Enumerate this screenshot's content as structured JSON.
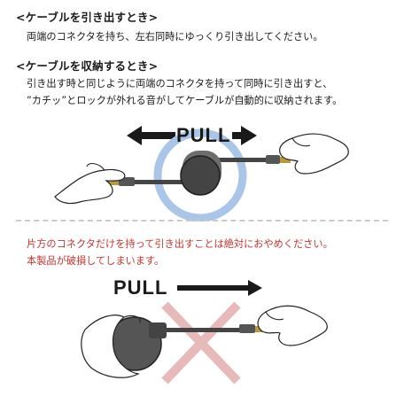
{
  "section_pull_out": {
    "heading": "<ケーブルを引き出すとき>",
    "text": "両端のコネクタを持ち、左右同時にゆっくり引き出してください。"
  },
  "section_retract": {
    "heading": "<ケーブルを収納するとき>",
    "line1": "引き出す時と同じように両端のコネクタを持って同時に引き出すと、",
    "line2": "”カチッ”とロックが外れる音がしてケーブルが自動的に収納されます。"
  },
  "warning": {
    "line1": "片方のコネクタだけを持って引き出すことは絶対におやめください。",
    "line2": "本製品が破損してしまいます。",
    "color": "#c8342b"
  },
  "illustration_1": {
    "label": "PULL",
    "highlight_color": "#a9c6e8"
  },
  "illustration_2": {
    "label": "PULL",
    "prohibit_color": "#e8b9b9"
  }
}
